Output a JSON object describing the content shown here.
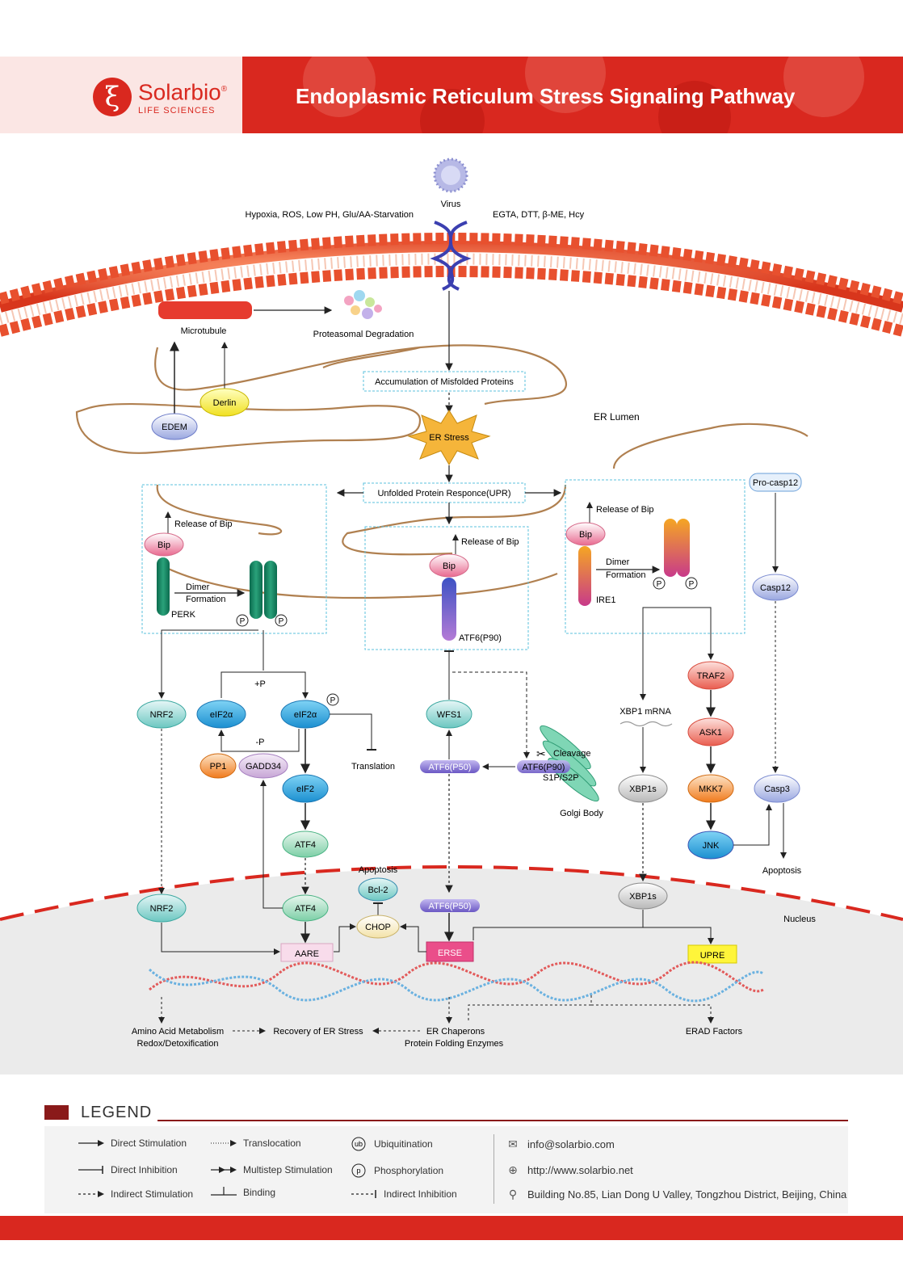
{
  "header": {
    "brand_name": "Solarbio",
    "brand_registered": "®",
    "brand_sub": "LIFE SCIENCES",
    "title": "Endoplasmic Reticulum Stress Signaling Pathway"
  },
  "colors": {
    "brand_red": "#d9281f",
    "membrane": "#e8502e",
    "er_outline": "#b08050",
    "box_border": "#5bc0de",
    "nucleus_bg": "#ececec"
  },
  "diagram": {
    "virus": "Virus",
    "stimuli_left": "Hypoxia, ROS, Low PH, Glu/AA-Starvation",
    "stimuli_right": "EGTA, DTT, β-ME, Hcy",
    "microtubule": "Microtubule",
    "proteasomal": "Proteasomal Degradation",
    "accumulation": "Accumulation of Misfolded Proteins",
    "edem": "EDEM",
    "derlin": "Derlin",
    "er_stress": "ER Stress",
    "er_lumen": "ER Lumen",
    "upr": "Unfolded Protein Responce(UPR)",
    "pro_casp12": "Pro-casp12",
    "casp12": "Casp12",
    "release_bip_1": "Release of Bip",
    "release_bip_2": "Release of Bip",
    "release_bip_3": "Release of Bip",
    "bip_1": "Bip",
    "bip_2": "Bip",
    "bip_3": "Bip",
    "dimer_1": "Dimer",
    "formation_1": "Formation",
    "dimer_2": "Dimer",
    "formation_2": "Formation",
    "perk": "PERK",
    "ire1": "IRE1",
    "atf6_p90": "ATF6(P90)",
    "p": "P",
    "nrf2_1": "NRF2",
    "eif2a_1": "eIF2α",
    "eif2a_2": "eIF2α",
    "plus_p": "+P",
    "minus_p": "-P",
    "translation": "Translation",
    "pp1": "PP1",
    "gadd34": "GADD34",
    "eif2": "eIF2",
    "atf4_1": "ATF4",
    "wfs1": "WFS1",
    "atf6_p50_1": "ATF6(P50)",
    "atf6_p90_golgi": "ATF6(P90)",
    "cleavage": "Cleavage",
    "s1p_s2p": "S1P/S2P",
    "golgi": "Golgi Body",
    "xbp1_mrna": "XBP1 mRNA",
    "xbp1s_1": "XBP1s",
    "traf2": "TRAF2",
    "ask1": "ASK1",
    "mkk7": "MKK7",
    "jnk": "JNK",
    "casp3": "Casp3",
    "apoptosis_1": "Apoptosis",
    "apoptosis_2": "Apoptosis",
    "bcl2": "Bcl-2",
    "nrf2_2": "NRF2",
    "atf4_2": "ATF4",
    "chop": "CHOP",
    "atf6_p50_2": "ATF6(P50)",
    "xbp1s_2": "XBP1s",
    "nucleus": "Nucleus",
    "aare": "AARE",
    "erse": "ERSE",
    "upre": "UPRE",
    "amino_acid": "Amino Acid Metabolism",
    "redox": "Redox/Detoxification",
    "recovery": "Recovery of ER Stress",
    "er_chaperons": "ER Chaperons",
    "protein_folding": "Protein Folding Enzymes",
    "erad": "ERAD Factors"
  },
  "legend": {
    "title": "LEGEND",
    "items": [
      "Direct Stimulation",
      "Direct Inhibition",
      "Indirect Stimulation",
      "Translocation",
      "Multistep Stimulation",
      "Binding",
      "Ubiquitination",
      "Phosphorylation",
      "Indirect Inhibition"
    ],
    "ub_symbol": "ub",
    "p_symbol": "p",
    "contacts": {
      "email": "info@solarbio.com",
      "web": "http://www.solarbio.net",
      "address": "Building No.85, Lian Dong U Valley, Tongzhou District, Beijing, China"
    }
  }
}
